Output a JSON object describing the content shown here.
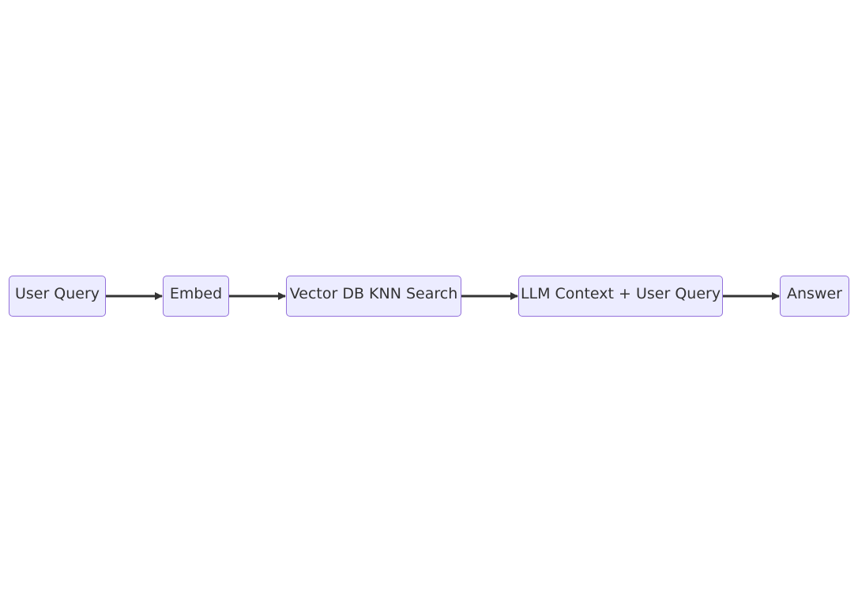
{
  "diagram": {
    "nodes": [
      {
        "id": "n1",
        "label": "User Query"
      },
      {
        "id": "n2",
        "label": "Embed"
      },
      {
        "id": "n3",
        "label": "Vector DB KNN Search"
      },
      {
        "id": "n4",
        "label": "LLM Context + User Query"
      },
      {
        "id": "n5",
        "label": "Answer"
      }
    ],
    "edges": [
      {
        "from": "n1",
        "to": "n2"
      },
      {
        "from": "n2",
        "to": "n3"
      },
      {
        "from": "n3",
        "to": "n4"
      },
      {
        "from": "n4",
        "to": "n5"
      }
    ],
    "colors": {
      "node_fill": "#ececff",
      "node_border": "#9370db",
      "edge": "#333333",
      "text": "#333333"
    }
  }
}
